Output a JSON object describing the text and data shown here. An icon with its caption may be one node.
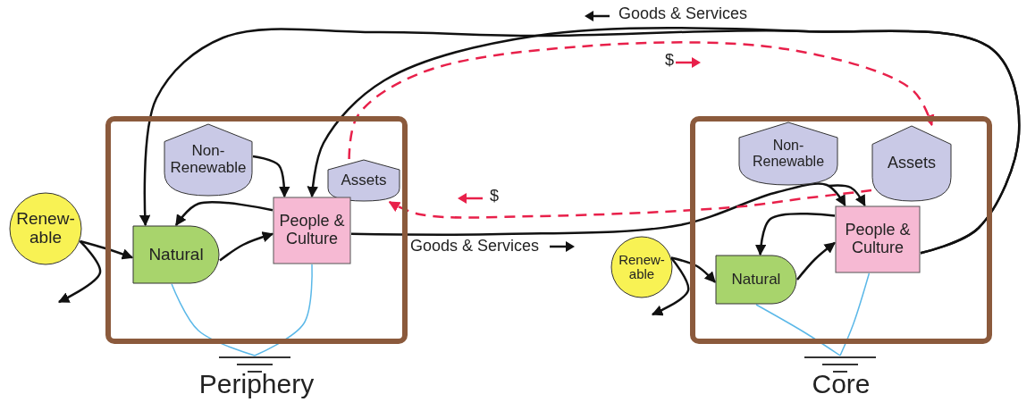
{
  "diagram": {
    "nodes": [
      {
        "text": [
          "Periphery"
        ]
      },
      {
        "text": [
          "Non- Renewable"
        ],
        "in": 0
      },
      {
        "text": [
          "Assets"
        ],
        "in": 0
      },
      {
        "text": [
          "Natural"
        ],
        "in": 0
      },
      {
        "text": [
          "People & Culture"
        ],
        "in": 0
      },
      {
        "text": [
          "Renew- able"
        ]
      },
      {
        "text": [],
        "shape": "ground"
      },
      {
        "text": [
          "Core"
        ]
      },
      {
        "text": [
          "Non- Renewable"
        ],
        "in": 7
      },
      {
        "text": [
          "Assets"
        ],
        "in": 7
      },
      {
        "text": [
          "Natural"
        ],
        "in": 7
      },
      {
        "text": [
          "People & Culture"
        ],
        "in": 7
      },
      {
        "text": [
          "Renew- able"
        ]
      },
      {
        "text": [],
        "shape": "ground"
      }
    ],
    "edges": [
      {
        "from": 5,
        "to": 3,
        "arrow": "to"
      },
      {
        "from": 5,
        "to": null,
        "arrow": "to"
      },
      {
        "from": 1,
        "to": 4,
        "arrow": "to"
      },
      {
        "from": 3,
        "to": 4,
        "arrow": "to"
      },
      {
        "from": 4,
        "to": 3,
        "arrow": "to"
      },
      {
        "from": 11,
        "to": 3,
        "arrow": "to",
        "label": "Goods & Services"
      },
      {
        "from": 11,
        "to": 4,
        "arrow": "to"
      },
      {
        "from": 4,
        "to": 11,
        "arrow": "to",
        "label": "Goods & Services"
      },
      {
        "from": 12,
        "to": 10,
        "arrow": "to"
      },
      {
        "from": 12,
        "to": null,
        "arrow": "to"
      },
      {
        "from": 8,
        "to": 11,
        "arrow": "to"
      },
      {
        "from": 10,
        "to": 11,
        "arrow": "to"
      },
      {
        "from": 11,
        "to": 10,
        "arrow": "to"
      },
      {
        "from": 9,
        "to": 2,
        "arrow": "to",
        "label": "$",
        "style": "dashed",
        "color": "#e8204a"
      },
      {
        "from": 2,
        "to": 9,
        "arrow": "to",
        "label": "$",
        "style": "dashed",
        "color": "#e8204a"
      },
      {
        "from": 3,
        "to": 6,
        "arrow": "none",
        "color": "#5bb8e8"
      },
      {
        "from": 4,
        "to": 6,
        "arrow": "none",
        "color": "#5bb8e8"
      },
      {
        "from": 10,
        "to": 13,
        "arrow": "none",
        "color": "#5bb8e8"
      },
      {
        "from": 11,
        "to": 13,
        "arrow": "none",
        "color": "#5bb8e8"
      }
    ]
  }
}
